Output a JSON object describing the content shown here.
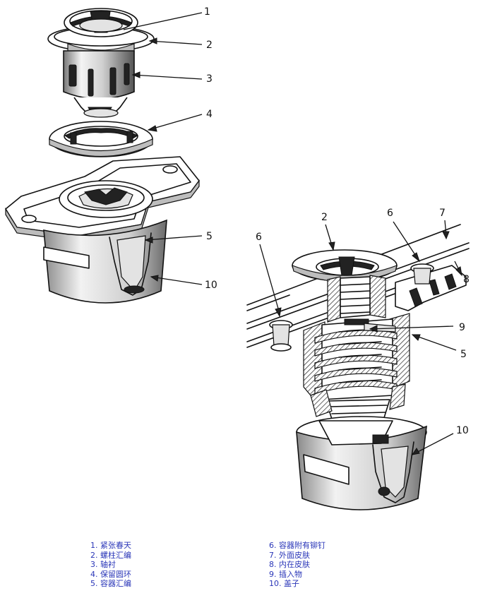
{
  "callouts": {
    "left": [
      "1",
      "2",
      "3",
      "4",
      "5",
      "10"
    ],
    "right": [
      "2",
      "6",
      "7",
      "6",
      "8",
      "9",
      "5",
      "10"
    ]
  },
  "legend": {
    "left": [
      "1. 紧张春天",
      "2. 螺柱汇编",
      "3. 轴衬",
      "4. 保留圆环",
      "5. 容器汇编"
    ],
    "right": [
      "6. 容器附有铆钉",
      "7. 外面皮肤",
      "8. 内在皮肤",
      "9. 插入物",
      "10. 盖子"
    ]
  }
}
